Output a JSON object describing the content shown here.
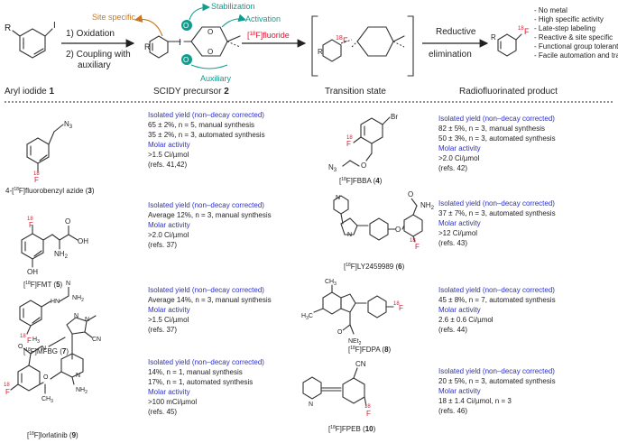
{
  "scheme": {
    "reagent_R": "R",
    "reagent_I": "I",
    "step1": "1) Oxidation",
    "step2a": "2) Coupling with",
    "step2b": "auxiliary",
    "aryl_iodide_label": "Aryl iodide",
    "aryl_iodide_num": "1",
    "site_specific": "Site specific",
    "stabilization": "Stabilization",
    "activation": "Activation",
    "auxiliary": "Auxiliary",
    "fluoride_mass": "18",
    "fluoride_text": "F]fluoride",
    "scidy_label": "SCIDY precursor",
    "scidy_num": "2",
    "ts_label": "Transition state",
    "reductive1": "Reductive",
    "reductive2": "elimination",
    "product_label": "Radiofluorinated product",
    "features": [
      "- No metal",
      "- High specific activity",
      "- Late-step labeling",
      "- Reactive & site specific",
      "- Functional group tolerant",
      "- Facile automation and translation"
    ]
  },
  "compounds": [
    {
      "name_pre": "4-[",
      "mass": "18",
      "name_post": "F]fluorobenzyl azide (",
      "num": "3",
      "name_end": ")",
      "yield_title": "Isolated yield (non–decay corrected)",
      "lines": [
        "65 ± 2%, n = 5, manual synthesis",
        "35 ± 2%, n = 3, automated synthesis"
      ],
      "molar_title": "Molar activity",
      "molar": ">1.5 Ci/µmol",
      "refs": "(refs. 41,42)"
    },
    {
      "name_pre": "[",
      "mass": "18",
      "name_post": "F]FBBA (",
      "num": "4",
      "name_end": ")",
      "yield_title": "Isolated yield (non–decay corrected)",
      "lines": [
        "82 ± 5%, n = 3, manual synthesis",
        "50 ± 3%, n = 3, automated synthesis"
      ],
      "molar_title": "Molar activity",
      "molar": ">2.0 Ci/µmol",
      "refs": "(refs. 42)"
    },
    {
      "name_pre": "[",
      "mass": "18",
      "name_post": "F]FMT (",
      "num": "5",
      "name_end": ")",
      "yield_title": "Isolated yield (non–decay corrected)",
      "lines": [
        "Average 12%, n = 3, manual synthesis"
      ],
      "molar_title": "Molar activity",
      "molar": ">2.0 Ci/µmol",
      "refs": "(refs. 37)"
    },
    {
      "name_pre": "[",
      "mass": "18",
      "name_post": "F]LY2459989 (",
      "num": "6",
      "name_end": ")",
      "yield_title": "Isolated yield (non–decay corrected)",
      "lines": [
        "37 ± 7%, n = 3, automated synthesis"
      ],
      "molar_title": "Molar activity",
      "molar": ">12 Ci/µmol",
      "refs": "(refs. 43)"
    },
    {
      "name_pre": "[",
      "mass": "18",
      "name_post": "F]MFBG (",
      "num": "7",
      "name_end": ")",
      "yield_title": "Isolated yield (non–decay corrected)",
      "lines": [
        "Average 14%, n = 3, manual synthesis"
      ],
      "molar_title": "Molar activity",
      "molar": ">1.5 Ci/µmol",
      "refs": "(refs. 37)"
    },
    {
      "name_pre": "[",
      "mass": "18",
      "name_post": "F]FDPA (",
      "num": "8",
      "name_end": ")",
      "yield_title": "Isolated yield (non–decay corrected)",
      "lines": [
        "45 ± 8%, n = 7, automated synthesis"
      ],
      "molar_title": "Molar activity",
      "molar": "2.6 ± 0.6 Ci/µmol",
      "refs": "(refs. 44)"
    },
    {
      "name_pre": "[",
      "mass": "18",
      "name_post": "F]lorlatinib (",
      "num": "9",
      "name_end": ")",
      "yield_title": "Isolated yield (non–decay corrected)",
      "lines": [
        "14%, n = 1, manual synthesis",
        "17%, n = 1, automated synthesis"
      ],
      "molar_title": "Molar activity",
      "molar": ">100 mCi/µmol",
      "refs": "(refs. 45)"
    },
    {
      "name_pre": "[",
      "mass": "18",
      "name_post": "F]FPEB (",
      "num": "10",
      "name_end": ")",
      "yield_title": "Isolated yield (non–decay corrected)",
      "lines": [
        "20 ± 5%, n = 3, automated synthesis"
      ],
      "molar_title": "Molar activity",
      "molar": "18 ± 1.4 Ci/µmol, n = 3",
      "refs": "(refs. 46)"
    }
  ],
  "atoms": {
    "N3": "N",
    "N3sub": "3",
    "Br": "Br",
    "O": "O",
    "OH": "OH",
    "NH2": "NH",
    "NH2sub": "2",
    "N": "N",
    "CH3": "CH",
    "CH3sub": "3",
    "H3C": "H",
    "H3Csub": "3",
    "C": "C",
    "CN": "CN",
    "NEt2": "NEt",
    "NEt2sub": "2",
    "F18": "18",
    "Fch": "F",
    "HN": "HN",
    "Iplus": "I"
  },
  "colors": {
    "fluorine": "#e8112d",
    "blue": "#2a2fd1",
    "teal": "#0f9d8f",
    "orange": "#c8771c"
  }
}
